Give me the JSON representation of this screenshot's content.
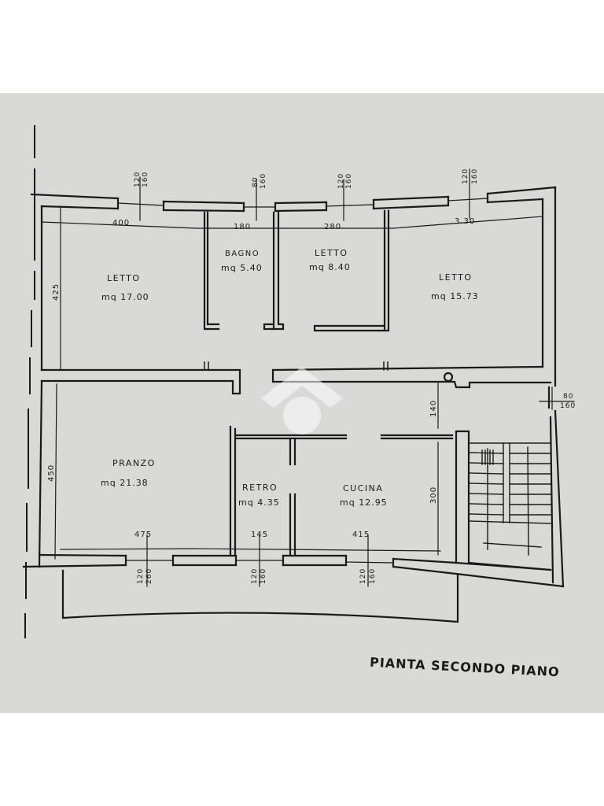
{
  "drawing": {
    "title": "PIANTA SECONDO PIANO",
    "paper_color": "#d9d9d7",
    "ink_color": "#1a1a1a"
  },
  "rooms": [
    {
      "name": "LETTO",
      "area": "mq 17.00",
      "width_dim": "400",
      "height_dim": "425"
    },
    {
      "name": "BAGNO",
      "area": "mq 5.40",
      "width_dim": "180"
    },
    {
      "name": "LETTO",
      "area": "mq 8.40",
      "width_dim": "280"
    },
    {
      "name": "LETTO",
      "area": "mq 15.73",
      "width_dim": "3.30"
    },
    {
      "name": "PRANZO",
      "area": "mq 21.38",
      "width_dim": "475",
      "height_dim": "450"
    },
    {
      "name": "RETRO",
      "area": "mq 4.35",
      "width_dim": "145"
    },
    {
      "name": "CUCINA",
      "area": "mq 12.95",
      "width_dim": "415",
      "height_dims": [
        "140",
        "300"
      ]
    }
  ],
  "windows": [
    {
      "position": "top-1",
      "w": "120",
      "h": "160"
    },
    {
      "position": "top-2",
      "w": "80",
      "h": "160"
    },
    {
      "position": "top-3",
      "w": "120",
      "h": "160"
    },
    {
      "position": "top-4",
      "w": "120",
      "h": "160"
    },
    {
      "position": "right",
      "w": "80",
      "h": "160"
    },
    {
      "position": "bottom-1",
      "w": "120",
      "h": "260"
    },
    {
      "position": "bottom-2",
      "w": "120",
      "h": "160"
    },
    {
      "position": "bottom-3",
      "w": "120",
      "h": "160"
    }
  ]
}
